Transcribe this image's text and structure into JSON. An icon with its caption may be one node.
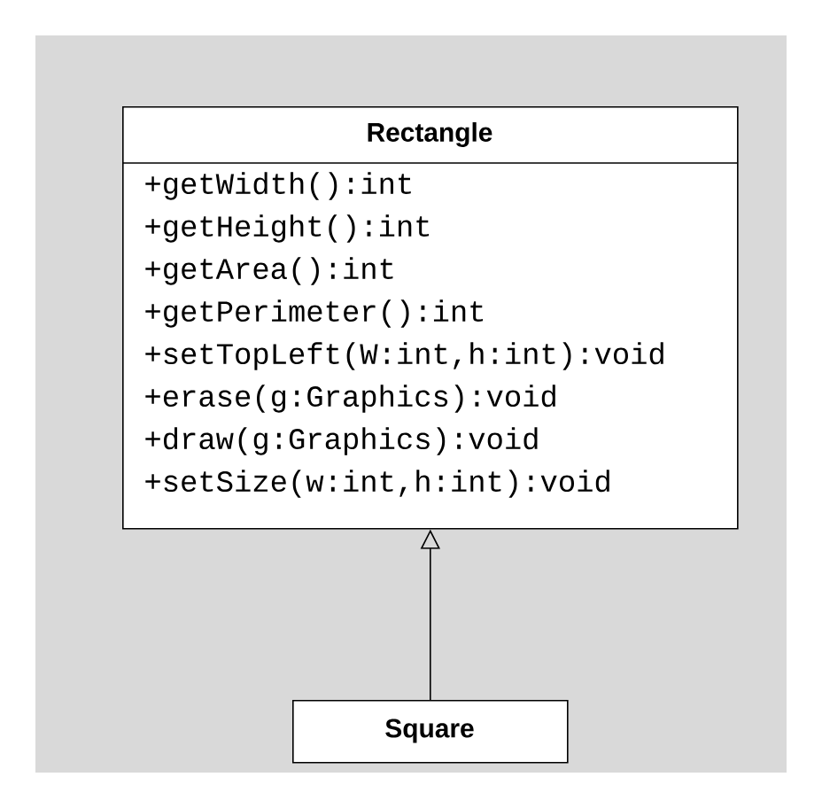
{
  "diagram": {
    "nodes": [
      {
        "text": [
          "Rectangle",
          "+getWidth():int",
          "+getHeight():int",
          "+getArea():int",
          "+getPerimeter():int",
          "+setTopLeft(W:int,h:int):void",
          "+erase(g:Graphics):void",
          "+draw(g:Graphics):void",
          "+setSize(w:int,h:int):void"
        ]
      },
      {
        "text": [
          "Square"
        ]
      }
    ],
    "edges": [
      {
        "from": 1,
        "to": 0,
        "arrow": "to"
      }
    ]
  }
}
